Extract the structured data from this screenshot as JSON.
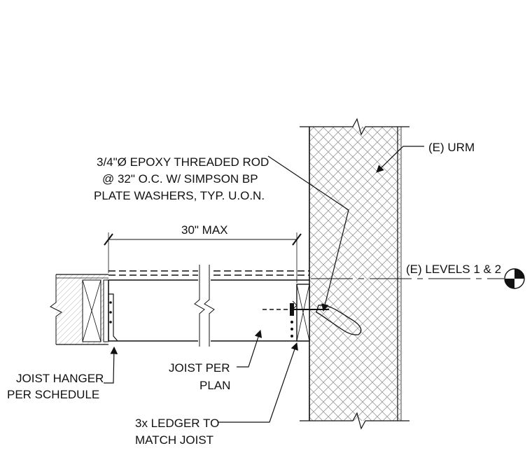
{
  "labels": {
    "rod_line1": "3/4\"Ø EPOXY THREADED ROD",
    "rod_line2": "@ 32\" O.C. W/ SIMPSON BP",
    "rod_line3": "PLATE WASHERS, TYP. U.O.N.",
    "dimension": "30\" MAX",
    "urm": "(E) URM",
    "levels": "(E) LEVELS 1 & 2",
    "hanger_line1": "JOIST HANGER",
    "hanger_line2": "PER SCHEDULE",
    "joist_line1": "JOIST PER",
    "joist_line2": "PLAN",
    "ledger_line1": "3x LEDGER TO",
    "ledger_line2": "MATCH JOIST"
  },
  "colors": {
    "line": "#111111",
    "hatch": "#9a9a9a",
    "background": "#ffffff"
  }
}
